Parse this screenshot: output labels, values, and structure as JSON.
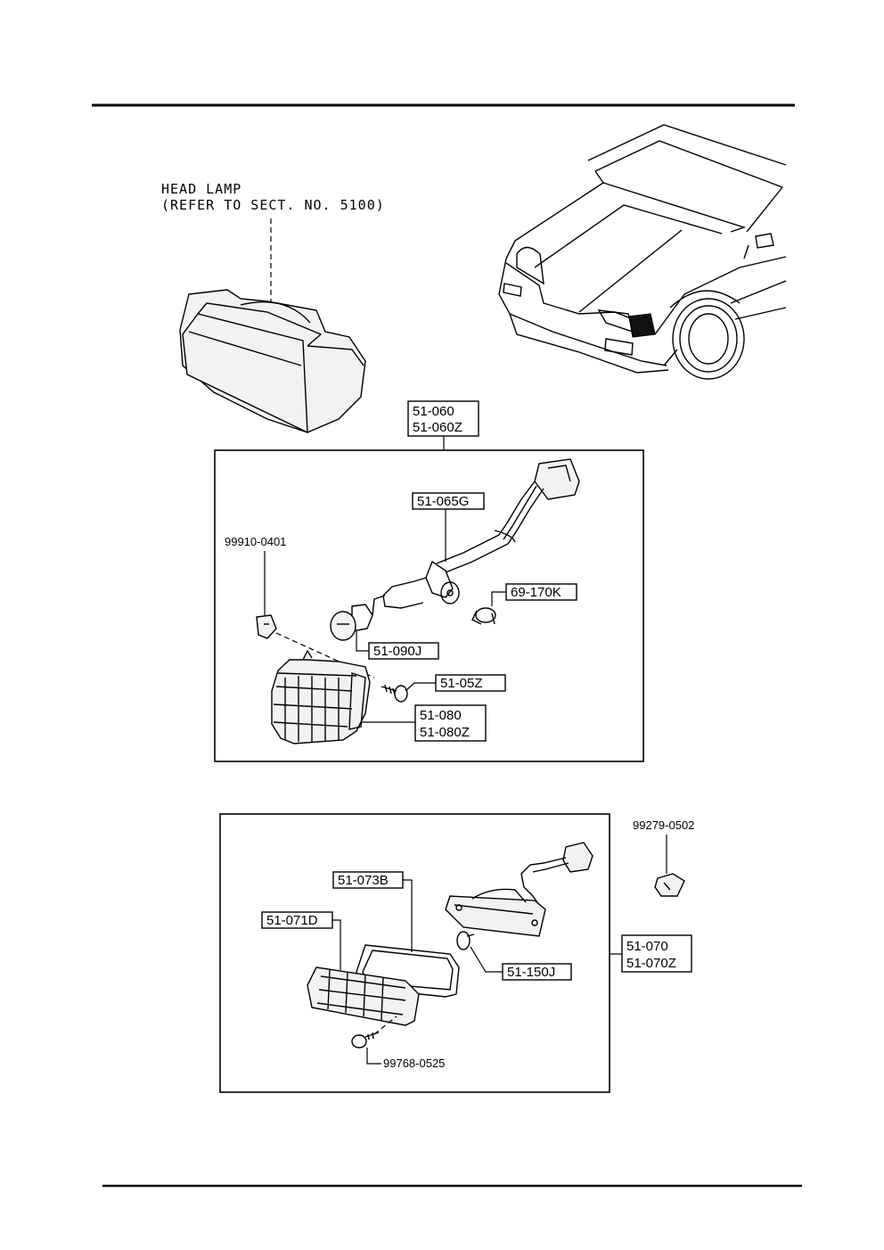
{
  "head_lamp": {
    "title": "HEAD LAMP",
    "reference": "(REFER TO SECT. NO. 5100)"
  },
  "front_combination_lamp": {
    "assembly_labels": [
      "51-060",
      "51-060Z"
    ],
    "harness": "51-065G",
    "clip": "99910-0401",
    "bulb": "51-090J",
    "socket_bulb": "69-170K",
    "screw": "51-05Z",
    "lens_labels": [
      "51-080",
      "51-080Z"
    ]
  },
  "clearance_lamp": {
    "assembly_labels": [
      "51-070",
      "51-070Z"
    ],
    "clip": "99279-0502",
    "gasket": "51-073B",
    "lens": "51-071D",
    "bulb": "51-150J",
    "screw": "99768-0525"
  }
}
